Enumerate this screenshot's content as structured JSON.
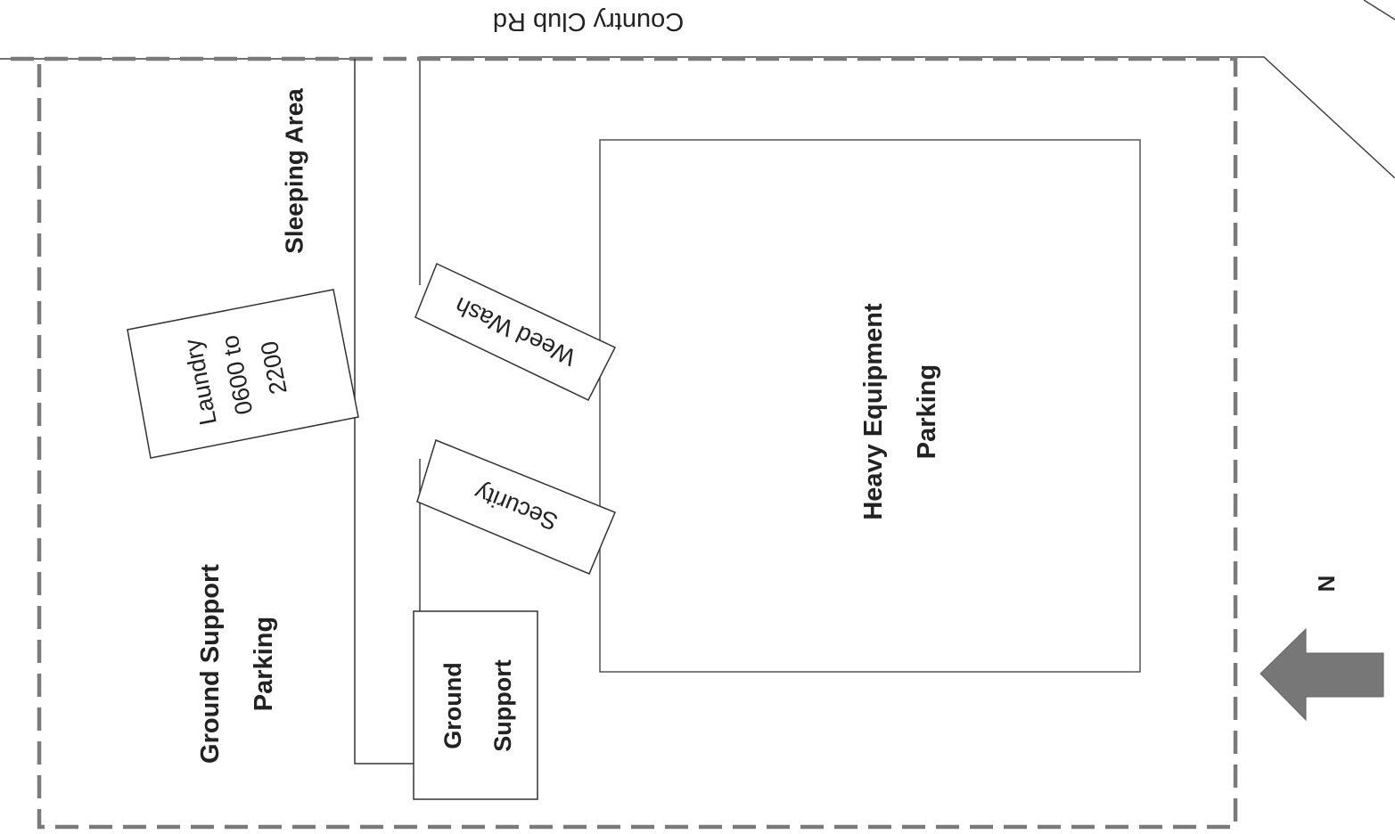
{
  "map": {
    "road_label": "Country Club Rd",
    "north_label": "N",
    "areas": {
      "sleeping": "Sleeping Area",
      "laundry": [
        "Laundry",
        "0600 to",
        "2200"
      ],
      "weed_wash": "Weed Wash",
      "security": "Security",
      "heavy_equipment": [
        "Heavy Equipment",
        "Parking"
      ],
      "ground_support_parking": [
        "Ground Support",
        "Parking"
      ],
      "ground_support": [
        "Ground",
        "Support"
      ]
    },
    "colors": {
      "line": "#333333",
      "dashed_boundary": "#7a7a7a",
      "arrow": "#777777",
      "text": "#222222"
    }
  }
}
